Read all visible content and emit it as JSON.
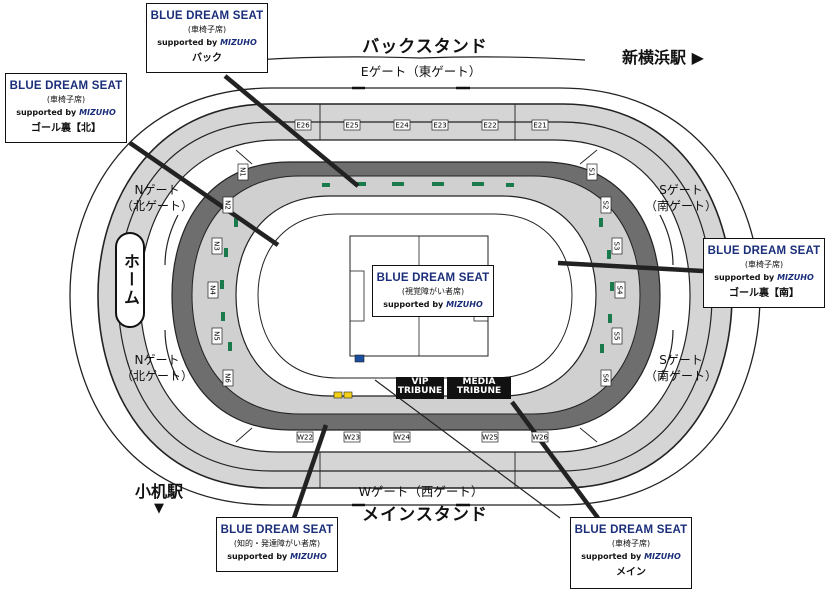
{
  "stands": {
    "back": "バックスタンド",
    "main": "メインスタンド"
  },
  "gates": {
    "east": "Eゲート（東ゲート）",
    "west": "Wゲート（西ゲート）",
    "north_upper_1": "Nゲート",
    "north_upper_2": "（北ゲート）",
    "north_lower_1": "Nゲート",
    "north_lower_2": "（北ゲート）",
    "south_upper_1": "Sゲート",
    "south_upper_2": "（南ゲート）",
    "south_lower_1": "Sゲート",
    "south_lower_2": "（南ゲート）"
  },
  "stations": {
    "shin_yokohama": "新横浜駅",
    "shin_yokohama_arrow": "▶",
    "kozukue": "小机駅",
    "kozukue_arrow": "▼"
  },
  "home": "ホーム",
  "gate_codes": {
    "top": [
      "E26",
      "E25",
      "E24",
      "E23",
      "E22",
      "E21"
    ],
    "bottom": [
      "W22",
      "W23",
      "W24",
      "W25",
      "W26"
    ],
    "left": [
      "N1",
      "N2",
      "N3",
      "N4",
      "N5",
      "N6"
    ],
    "right": [
      "S1",
      "S2",
      "S3",
      "S4",
      "S5",
      "S6"
    ]
  },
  "tribunes": {
    "vip_1": "VIP",
    "vip_2": "TRIBUNE",
    "media_1": "MEDIA",
    "media_2": "TRIBUNE"
  },
  "seat_boxes": {
    "back": {
      "title": "BLUE DREAM SEAT",
      "sub": "(車椅子席)",
      "supported": "supported by",
      "brand": "MIZUHO",
      "area": "バック"
    },
    "north": {
      "title": "BLUE DREAM SEAT",
      "sub": "(車椅子席)",
      "supported": "supported by",
      "brand": "MIZUHO",
      "area": "ゴール裏【北】"
    },
    "center": {
      "title": "BLUE DREAM SEAT",
      "sub": "(視覚障がい者席)",
      "supported": "supported by",
      "brand": "MIZUHO",
      "area": ""
    },
    "south": {
      "title": "BLUE DREAM SEAT",
      "sub": "(車椅子席)",
      "supported": "supported by",
      "brand": "MIZUHO",
      "area": "ゴール裏【南】"
    },
    "intellectual": {
      "title": "BLUE DREAM SEAT",
      "sub": "(知的・発達障がい者席)",
      "supported": "supported by",
      "brand": "MIZUHO",
      "area": ""
    },
    "main": {
      "title": "BLUE DREAM SEAT",
      "sub": "(車椅子席)",
      "supported": "supported by",
      "brand": "MIZUHO",
      "area": "メイン"
    }
  },
  "colors": {
    "seat_green": "#1b7a4c",
    "seat_blue": "#1a4fa0",
    "seat_yellow": "#f2d01a",
    "brand_navy": "#1a2e7a",
    "brand_red": "#c8102e"
  }
}
